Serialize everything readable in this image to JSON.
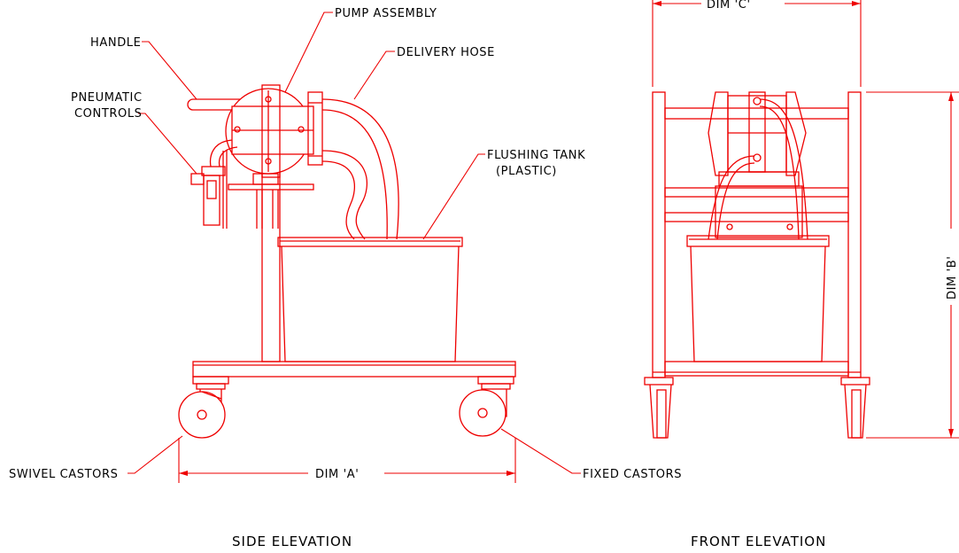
{
  "colors": {
    "line": "#ee0000",
    "text": "#000000",
    "background": "#ffffff"
  },
  "labels": {
    "handle": "HANDLE",
    "pump_assembly": "PUMP ASSEMBLY",
    "delivery_hose": "DELIVERY HOSE",
    "pneumatic_controls_line1": "PNEUMATIC",
    "pneumatic_controls_line2": "CONTROLS",
    "flushing_tank_line1": "FLUSHING TANK",
    "flushing_tank_line2": "(PLASTIC)",
    "swivel_castors": "SWIVEL CASTORS",
    "fixed_castors": "FIXED CASTORS"
  },
  "dimensions": {
    "dim_a": "DIM 'A'",
    "dim_b": "DIM 'B'",
    "dim_c": "DIM 'C'"
  },
  "views": {
    "side": "SIDE ELEVATION",
    "front": "FRONT ELEVATION"
  }
}
